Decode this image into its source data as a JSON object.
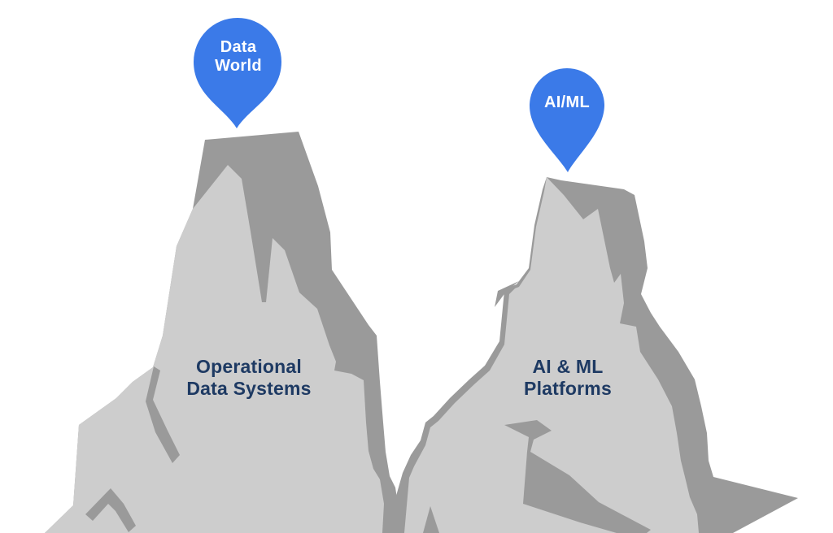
{
  "colors": {
    "background": "#ffffff",
    "mountain_face": "#cdcdcd",
    "mountain_shadow": "#9a9a9a",
    "pin_blue": "#3b7ae8",
    "pin_text": "#ffffff",
    "label_navy": "#1e3a63"
  },
  "pins": {
    "left": {
      "line1": "Data",
      "line2": "World"
    },
    "right": {
      "line1": "AI/ML"
    }
  },
  "mountains": {
    "left": {
      "line1": "Operational",
      "line2": "Data Systems"
    },
    "right": {
      "line1": "AI & ML",
      "line2": "Platforms"
    }
  }
}
